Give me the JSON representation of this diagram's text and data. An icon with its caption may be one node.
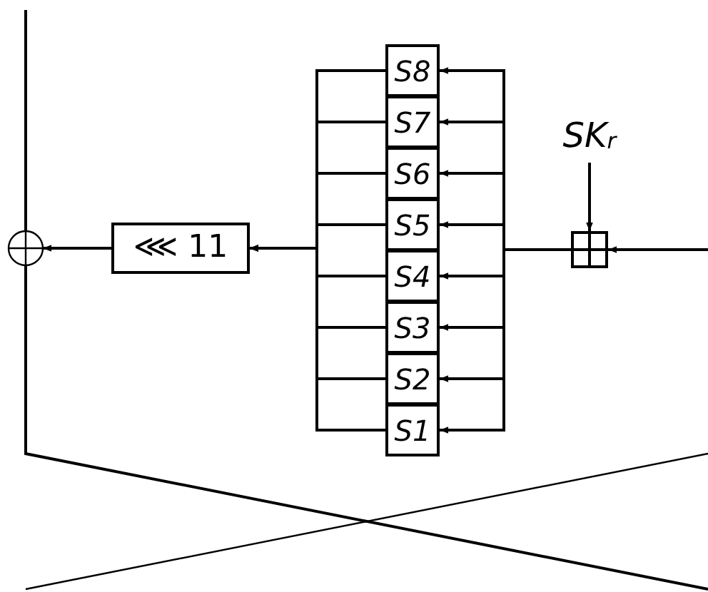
{
  "diagram": {
    "nodes": [
      {
        "text": [],
        "shape": "circle"
      },
      {
        "text": [
          "⋘ 11"
        ]
      },
      {
        "text": [
          "S8"
        ]
      },
      {
        "text": [
          "S7"
        ]
      },
      {
        "text": [
          "S6"
        ]
      },
      {
        "text": [
          "S5"
        ]
      },
      {
        "text": [
          "S4"
        ]
      },
      {
        "text": [
          "S3"
        ]
      },
      {
        "text": [
          "S2"
        ]
      },
      {
        "text": [
          "S1"
        ]
      },
      {
        "text": [
          "SK$_{r}$"
        ]
      },
      {
        "text": [],
        "shape": "box"
      }
    ],
    "edges": [
      {
        "from": null,
        "to": 0,
        "arrow": "none"
      },
      {
        "from": 0,
        "to": null,
        "arrow": "none"
      },
      {
        "from": 1,
        "to": 0,
        "arrow": "to"
      },
      {
        "from": 2,
        "to": 1,
        "arrow": "to"
      },
      {
        "from": 3,
        "to": 1,
        "arrow": "to"
      },
      {
        "from": 4,
        "to": 1,
        "arrow": "to"
      },
      {
        "from": 5,
        "to": 1,
        "arrow": "to"
      },
      {
        "from": 6,
        "to": 1,
        "arrow": "to"
      },
      {
        "from": 7,
        "to": 1,
        "arrow": "to"
      },
      {
        "from": 8,
        "to": 1,
        "arrow": "to"
      },
      {
        "from": 9,
        "to": 1,
        "arrow": "to"
      },
      {
        "from": 11,
        "to": 2,
        "arrow": "to"
      },
      {
        "from": 11,
        "to": 3,
        "arrow": "to"
      },
      {
        "from": 11,
        "to": 4,
        "arrow": "to"
      },
      {
        "from": 11,
        "to": 5,
        "arrow": "to"
      },
      {
        "from": 11,
        "to": 6,
        "arrow": "to"
      },
      {
        "from": 11,
        "to": 7,
        "arrow": "to"
      },
      {
        "from": 11,
        "to": 8,
        "arrow": "to"
      },
      {
        "from": 11,
        "to": 9,
        "arrow": "to"
      },
      {
        "from": 10,
        "to": 11,
        "arrow": "to"
      },
      {
        "from": null,
        "to": 11,
        "arrow": "to"
      }
    ]
  }
}
